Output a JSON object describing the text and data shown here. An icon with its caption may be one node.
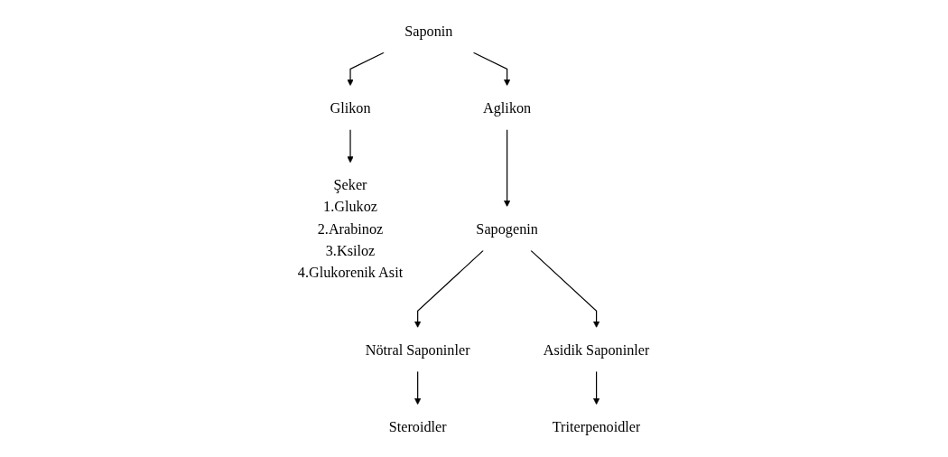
{
  "diagram": {
    "nodes": [
      {
        "text": [
          "Saponin"
        ]
      },
      {
        "text": [
          "Glikon"
        ]
      },
      {
        "text": [
          "Aglikon"
        ]
      },
      {
        "text": [
          "Şeker",
          "1.Glukoz",
          "2.Arabinoz",
          "3.Ksiloz",
          "4.Glukorenik Asit"
        ]
      },
      {
        "text": [
          "Sapogenin"
        ]
      },
      {
        "text": [
          "Nötral Saponinler"
        ]
      },
      {
        "text": [
          "Asidik Saponinler"
        ]
      },
      {
        "text": [
          "Steroidler"
        ]
      },
      {
        "text": [
          "Triterpenoidler"
        ]
      }
    ],
    "edges": [
      {
        "from": 0,
        "to": 1,
        "arrow": "to"
      },
      {
        "from": 0,
        "to": 2,
        "arrow": "to"
      },
      {
        "from": 1,
        "to": 3,
        "arrow": "to"
      },
      {
        "from": 2,
        "to": 4,
        "arrow": "to"
      },
      {
        "from": 4,
        "to": 5,
        "arrow": "to"
      },
      {
        "from": 4,
        "to": 6,
        "arrow": "to"
      },
      {
        "from": 5,
        "to": 7,
        "arrow": "to"
      },
      {
        "from": 6,
        "to": 8,
        "arrow": "to"
      }
    ]
  }
}
